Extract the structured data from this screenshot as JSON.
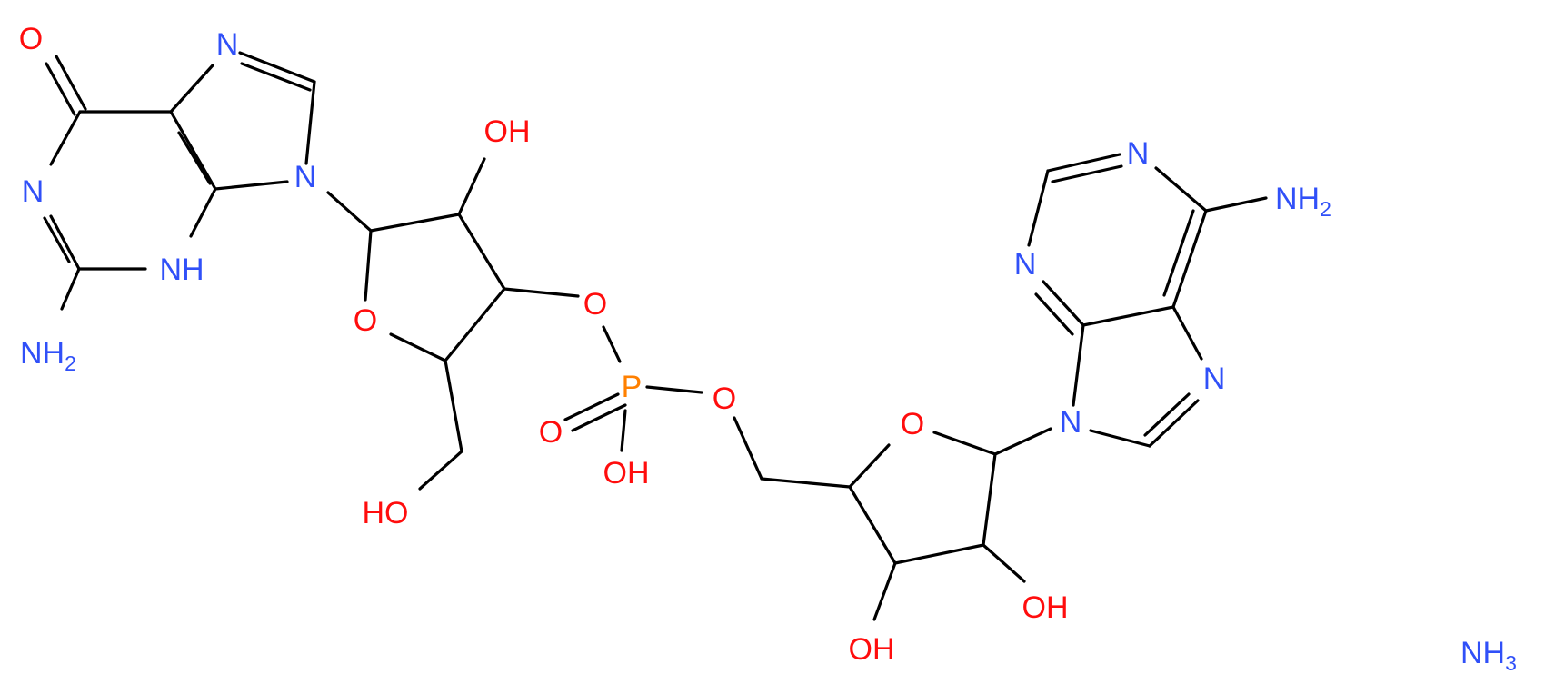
{
  "colors": {
    "bond": "#000000",
    "nitrogen": "#3050f8",
    "oxygen": "#ff0d0d",
    "phosphorus": "#ff8000"
  },
  "labels": {
    "g_carbonyl_o": "O",
    "g_n7": "N",
    "g_oh_3p": "OH",
    "g_n1": "N",
    "g_n9": "N",
    "g_nh": "NH",
    "g_nh2_main": "NH",
    "g_nh2_sub": "2",
    "g_ring_o": "O",
    "g_ester_o": "O",
    "g_ch2oh": "HO",
    "p_atom": "P",
    "p_double_o": "O",
    "p_oh": "OH",
    "p_bridge_o": "O",
    "a_n1": "N",
    "a_nh2_main": "NH",
    "a_nh2_sub": "2",
    "a_n3": "N",
    "a_n7": "N",
    "a_n9": "N",
    "a_ring_o": "O",
    "a_oh_2p": "OH",
    "a_oh_3p": "OH",
    "ammonia_main": "NH",
    "ammonia_sub": "3"
  }
}
